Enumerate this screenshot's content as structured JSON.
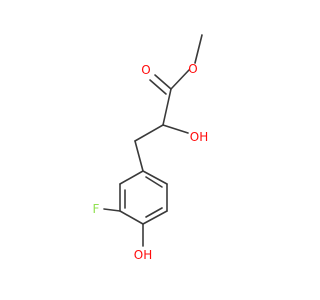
{
  "molecule": {
    "atoms": {
      "o_carbonyl": {
        "symbol": "O",
        "color": "#ff0d0d"
      },
      "o_ester": {
        "symbol": "O",
        "color": "#ff0d0d"
      },
      "o_hydroxyl": {
        "symbol": "OH",
        "color": "#ff0d0d"
      },
      "o_phenol": {
        "symbol": "OH",
        "color": "#ff0d0d"
      },
      "f": {
        "symbol": "F",
        "color": "#90e050"
      }
    },
    "bond_color": "#3a3a3a"
  }
}
